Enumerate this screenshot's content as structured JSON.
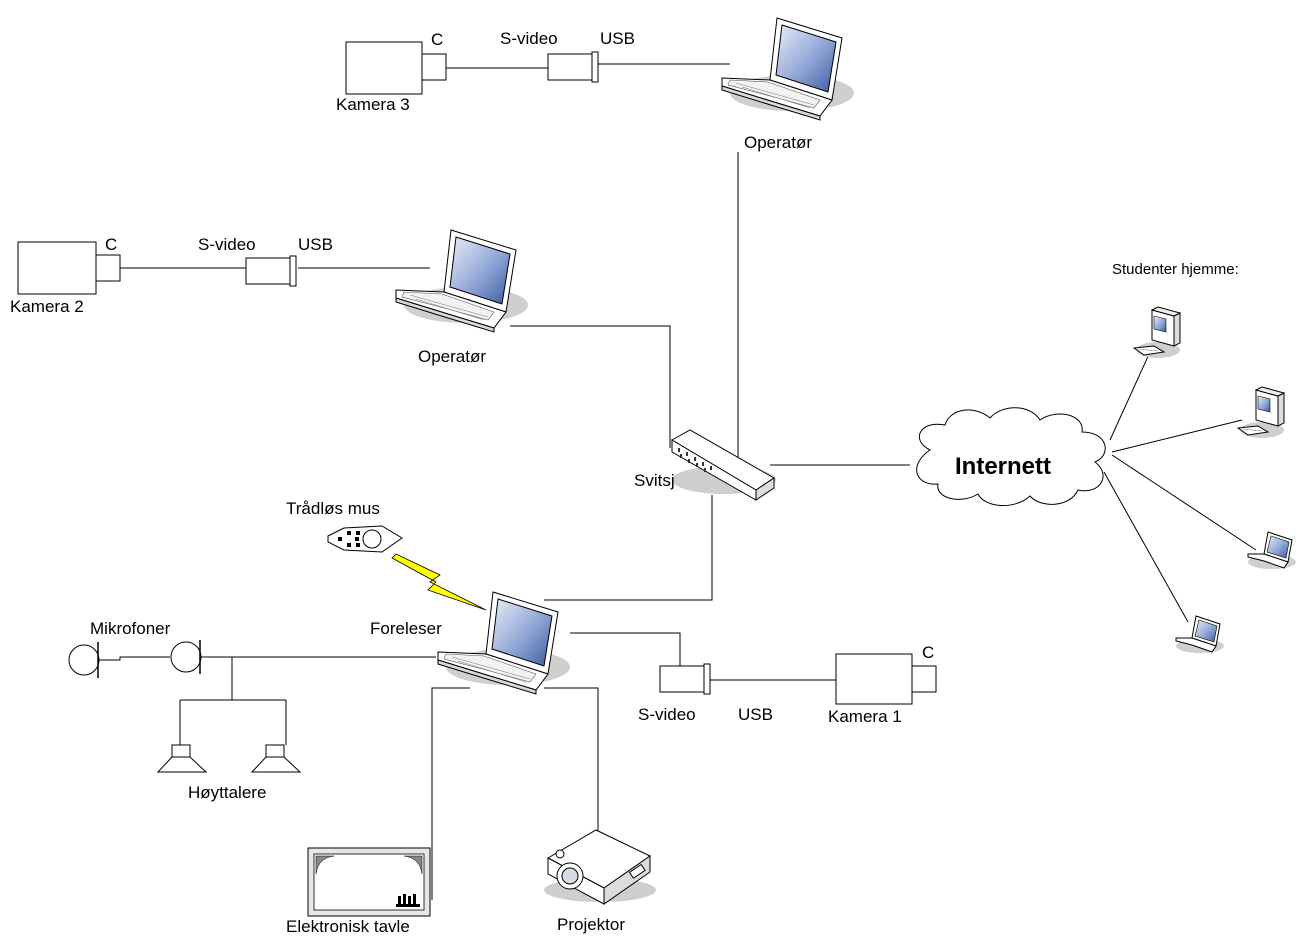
{
  "labels": {
    "camera3": "Kamera 3",
    "camera2": "Kamera 2",
    "camera1": "Kamera 1",
    "c_connector": "C",
    "svideo": "S-video",
    "usb": "USB",
    "operator": "Operatør",
    "switch": "Svitsj",
    "internet": "Internett",
    "students_home": "Studenter hjemme:",
    "wireless_mouse": "Trådløs mus",
    "lecturer": "Foreleser",
    "microphones": "Mikrofoner",
    "speakers": "Høyttalere",
    "whiteboard": "Elektronisk tavle",
    "projector": "Projektor"
  },
  "icons": {
    "laptop": "laptop-icon",
    "desktop": "desktop-computer-icon",
    "switch": "network-switch-icon",
    "cloud": "internet-cloud-icon",
    "camera": "video-camera-icon",
    "converter": "svideo-usb-converter-icon",
    "microphone": "microphone-icon",
    "speaker": "speaker-icon",
    "mouse": "wireless-mouse-icon",
    "whiteboard": "electronic-whiteboard-icon",
    "projector": "projector-icon",
    "lightning": "wireless-link-icon"
  },
  "colors": {
    "line": "#000000",
    "screen": "#5a7bbd",
    "wireless": "#ffff00",
    "shadow": "#c8c8c8"
  }
}
